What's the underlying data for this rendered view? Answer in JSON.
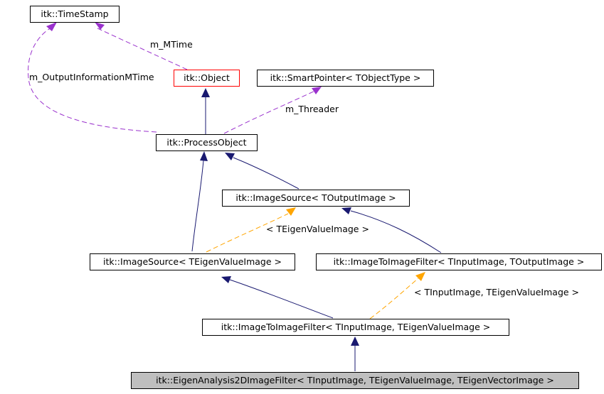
{
  "nodes": {
    "timestamp": "itk::TimeStamp",
    "object": "itk::Object",
    "smartpointer": "itk::SmartPointer< TObjectType >",
    "processobject": "itk::ProcessObject",
    "imagesource_out": "itk::ImageSource< TOutputImage >",
    "imagesource_eig": "itk::ImageSource< TEigenValueImage >",
    "imagetoimage_out": "itk::ImageToImageFilter< TInputImage, TOutputImage >",
    "imagetoimage_eig": "itk::ImageToImageFilter< TInputImage, TEigenValueImage >",
    "eigen": "itk::EigenAnalysis2DImageFilter< TInputImage, TEigenValueImage, TEigenVectorImage >"
  },
  "edge_labels": {
    "m_mtime": "m_MTime",
    "m_output_info": "m_OutputInformationMTime",
    "m_threader": "m_Threader",
    "tpl_eigenvalue": "< TEigenValueImage >",
    "tpl_input_eigenvalue": "< TInputImage, TEigenValueImage >"
  },
  "colors": {
    "inheritance": "#191970",
    "usage": "#9a32cd",
    "template": "#ffa500",
    "highlight_border": "#ff0000",
    "current_fill": "#bfbfbf"
  }
}
